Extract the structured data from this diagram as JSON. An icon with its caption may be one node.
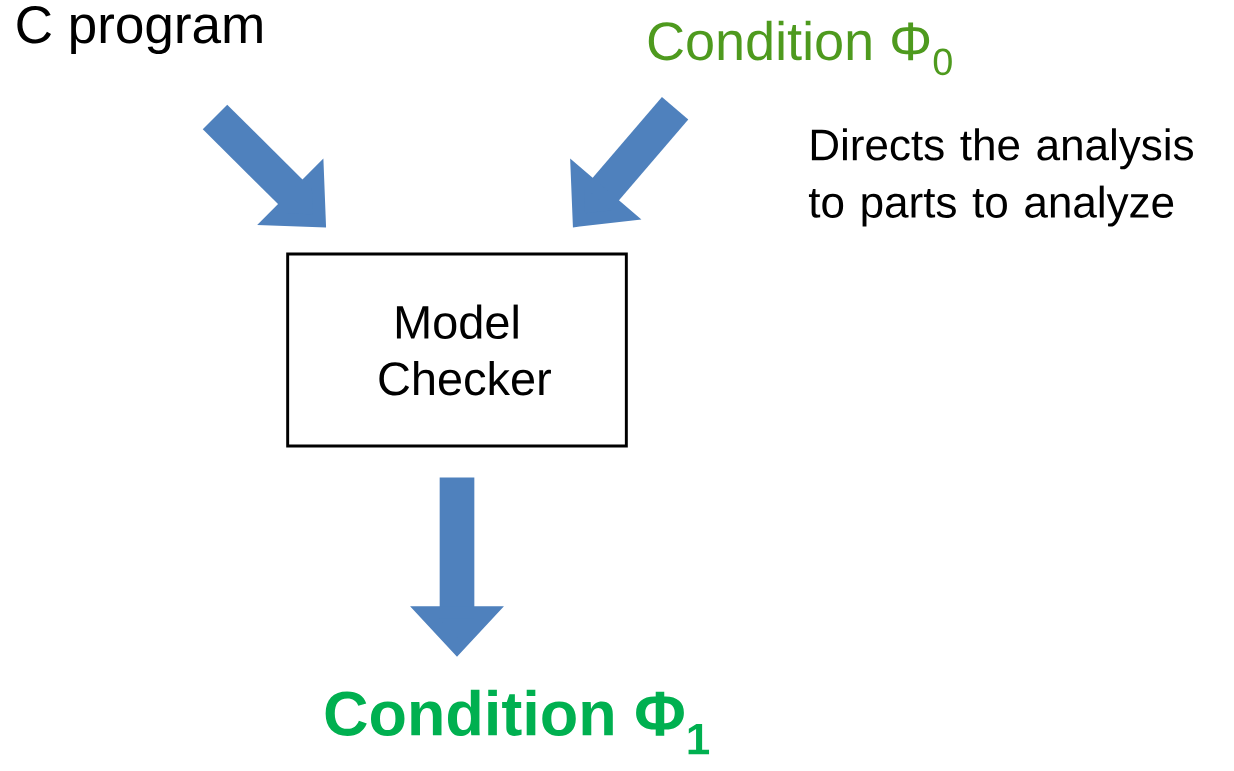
{
  "diagram": {
    "nodes": [
      {
        "text": [
          "C program"
        ]
      },
      {
        "text": [
          "Condition Φ$_{0}$"
        ],
        "beside": [
          "Directs the analysis to parts to analyze"
        ]
      },
      {
        "text": [
          "Model Checker"
        ]
      },
      {
        "text": [
          "Condition Φ$_{1}$"
        ]
      }
    ],
    "edges": [
      {
        "from": 0,
        "to": 2,
        "arrow": "to",
        "color": "#4f81bd"
      },
      {
        "from": 1,
        "to": 2,
        "arrow": "to",
        "color": "#4f81bd"
      },
      {
        "from": 2,
        "to": 3,
        "arrow": "to",
        "color": "#4f81bd"
      }
    ]
  }
}
